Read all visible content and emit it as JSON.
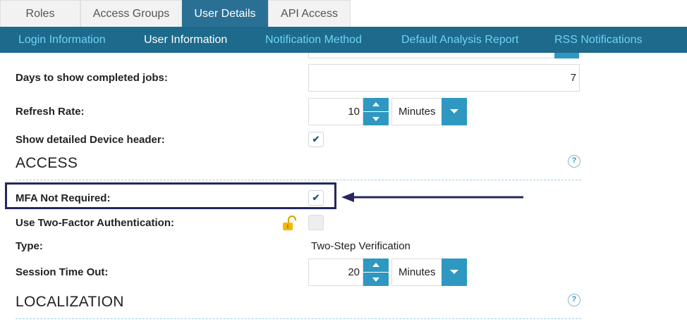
{
  "top_tabs": [
    {
      "label": "Roles",
      "active": false
    },
    {
      "label": "Access Groups",
      "active": false
    },
    {
      "label": "User Details",
      "active": true
    },
    {
      "label": "API Access",
      "active": false
    }
  ],
  "sub_tabs": [
    {
      "label": "Login Information",
      "active": false
    },
    {
      "label": "User Information",
      "active": true
    },
    {
      "label": "Notification Method",
      "active": false
    },
    {
      "label": "Default Analysis Report",
      "active": false
    },
    {
      "label": "RSS Notifications",
      "active": false
    }
  ],
  "fields": {
    "days_completed": {
      "label": "Days to show completed jobs:",
      "value": "7"
    },
    "refresh_rate": {
      "label": "Refresh Rate:",
      "value": "10",
      "unit": "Minutes"
    },
    "detailed_header": {
      "label": "Show detailed Device header:",
      "checked": true
    }
  },
  "access": {
    "title": "ACCESS",
    "help": "?",
    "mfa_not_required": {
      "label": "MFA Not Required:",
      "checked": true
    },
    "two_factor": {
      "label": "Use Two-Factor Authentication:",
      "checked": false,
      "icon": "unlocked-padlock-icon"
    },
    "type": {
      "label": "Type:",
      "value": "Two-Step Verification"
    },
    "session_timeout": {
      "label": "Session Time Out:",
      "value": "20",
      "unit": "Minutes"
    }
  },
  "localization": {
    "title": "LOCALIZATION",
    "help": "?"
  },
  "colors": {
    "accent": "#2e98c1",
    "nav": "#1d6a8c",
    "active_tab": "#2a7094",
    "highlight": "#26275e"
  }
}
